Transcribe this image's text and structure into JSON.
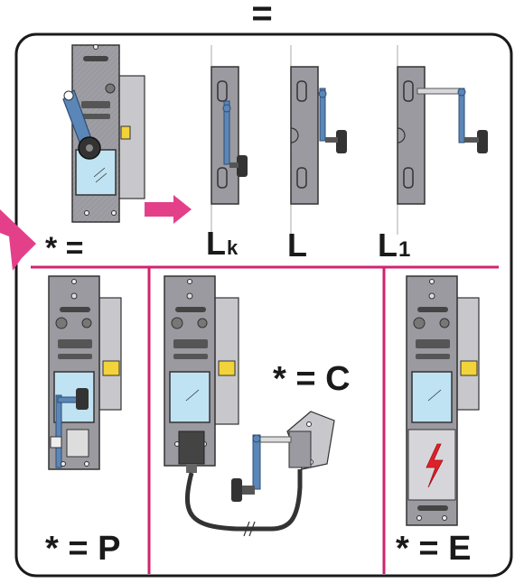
{
  "header": {
    "symbol": "="
  },
  "top_left_label": "* =",
  "variants": [
    {
      "main": "L",
      "sub": "k"
    },
    {
      "main": "L",
      "sub": ""
    },
    {
      "main": "L",
      "sub": "1"
    }
  ],
  "options": {
    "p": "* = P",
    "c": "* = C",
    "e": "* = E"
  },
  "colors": {
    "frame": "#1a1a1a",
    "divider": "#d2236f",
    "arrow": "#e4408a",
    "body_grey": "#9a9aa0",
    "panel_grey": "#c8c8cc",
    "lever_blue": "#5b86b8",
    "window_blue": "#bfe3f2",
    "contact_yellow": "#f2d33a",
    "spark_red": "#e0202a",
    "cable": "#333333"
  }
}
